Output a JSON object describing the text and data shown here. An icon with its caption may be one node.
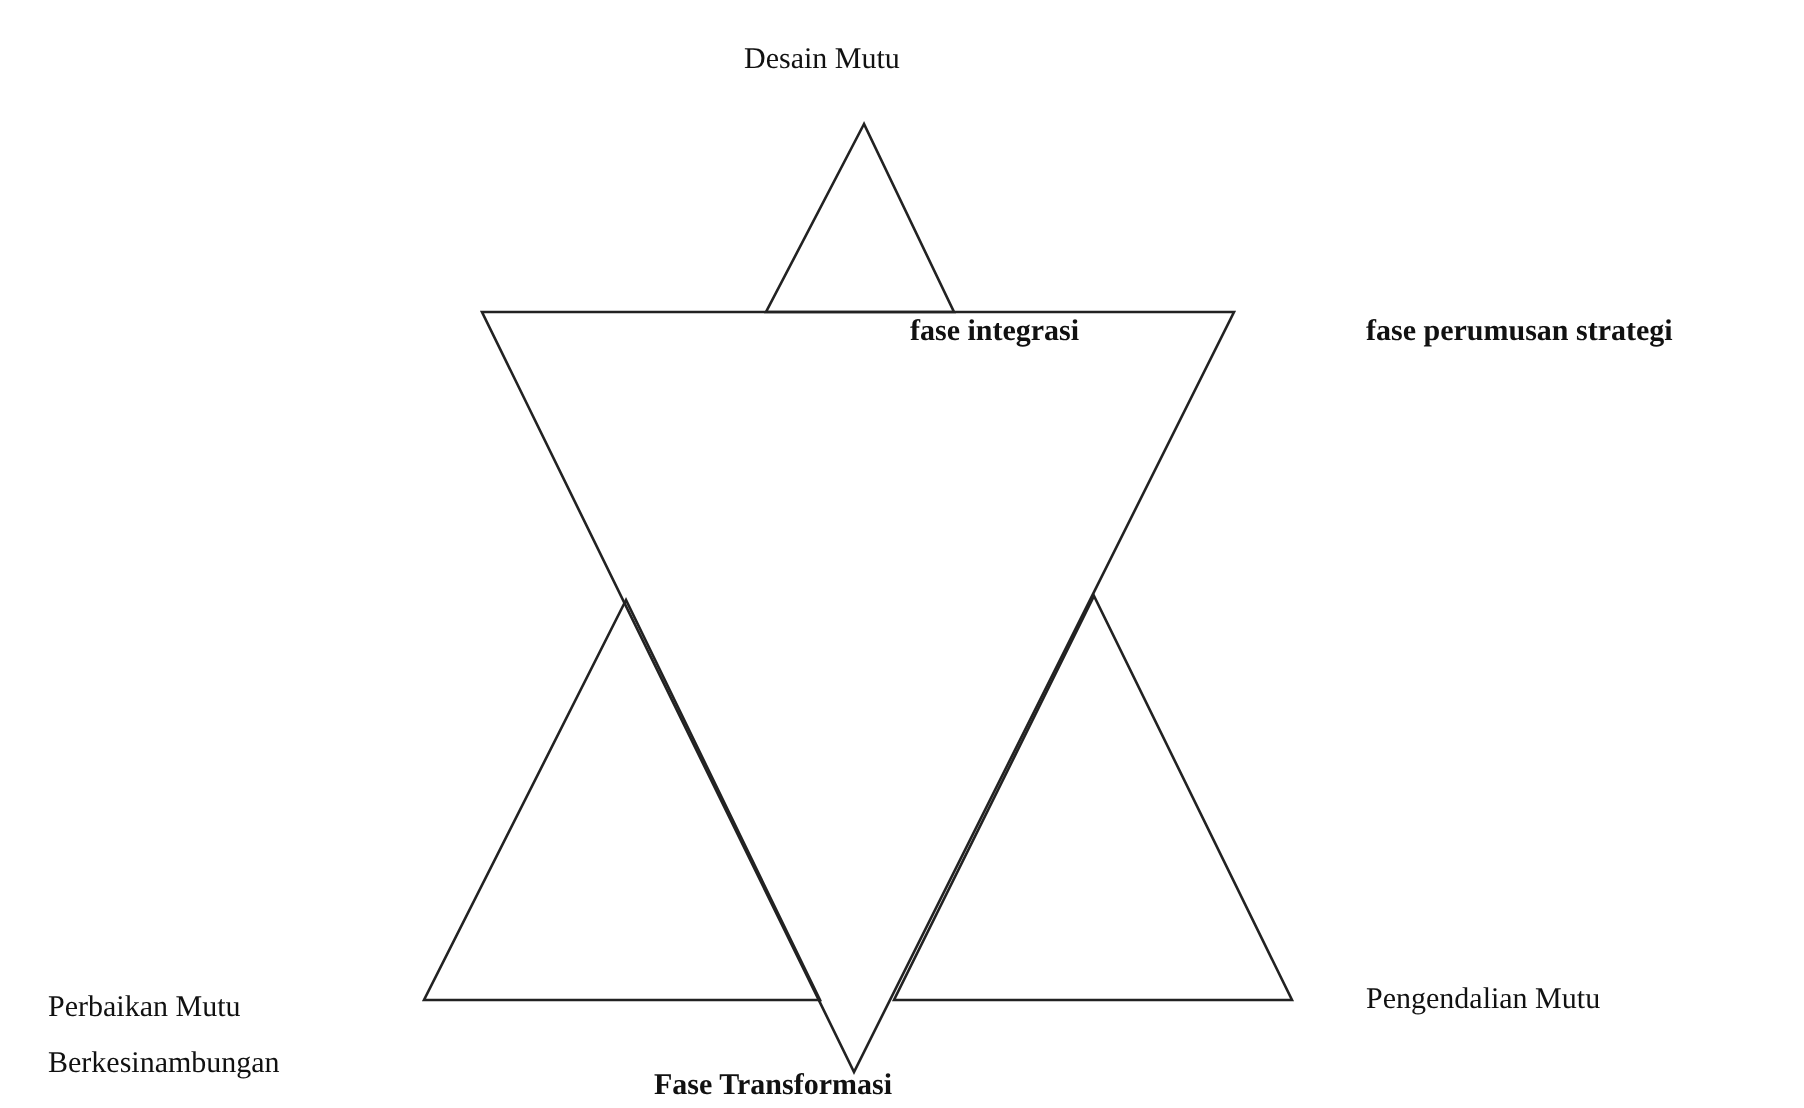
{
  "diagram": {
    "nodes": [
      {
        "text": [
          "fase integrasi"
        ],
        "beside": [
          "Fase Transformasi"
        ]
      },
      {
        "text": [],
        "shape": "triangle",
        "beside": [
          "Desain Mutu"
        ]
      },
      {
        "text": [],
        "shape": "triangle"
      },
      {
        "text": [],
        "shape": "triangle",
        "beside": [
          "Pengendalian Mutu"
        ]
      }
    ],
    "edges": [],
    "labels": [
      "fase perumusan strategi",
      "Perbaikan Mutu Berkesinambungan"
    ]
  }
}
